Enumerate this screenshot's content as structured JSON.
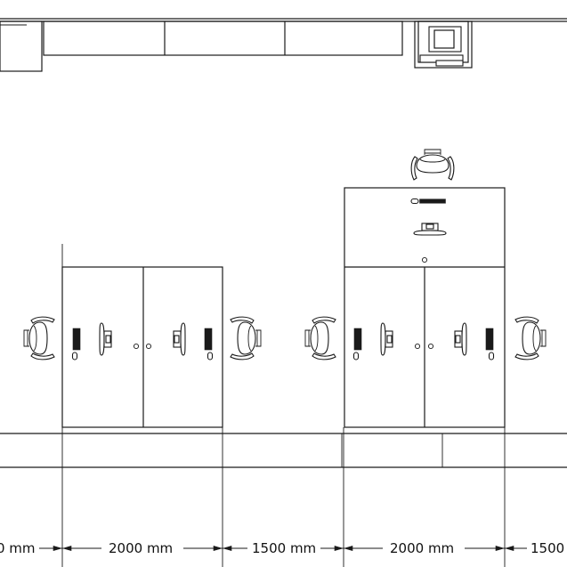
{
  "drawing": {
    "dimensions": [
      {
        "id": "dim-partial-left",
        "label": "0 mm"
      },
      {
        "id": "dim-desk-1",
        "label": "2000 mm"
      },
      {
        "id": "dim-aisle",
        "label": "1500 mm"
      },
      {
        "id": "dim-desk-2",
        "label": "2000 mm"
      },
      {
        "id": "dim-partial-right",
        "label": "1500"
      }
    ],
    "colors": {
      "line": "#1a1a1a",
      "background": "#ffffff"
    },
    "icons": [
      "office-chair-icon",
      "monitor-icon",
      "keyboard-icon",
      "mouse-icon",
      "cable-grommet-icon",
      "printer-icon"
    ]
  }
}
